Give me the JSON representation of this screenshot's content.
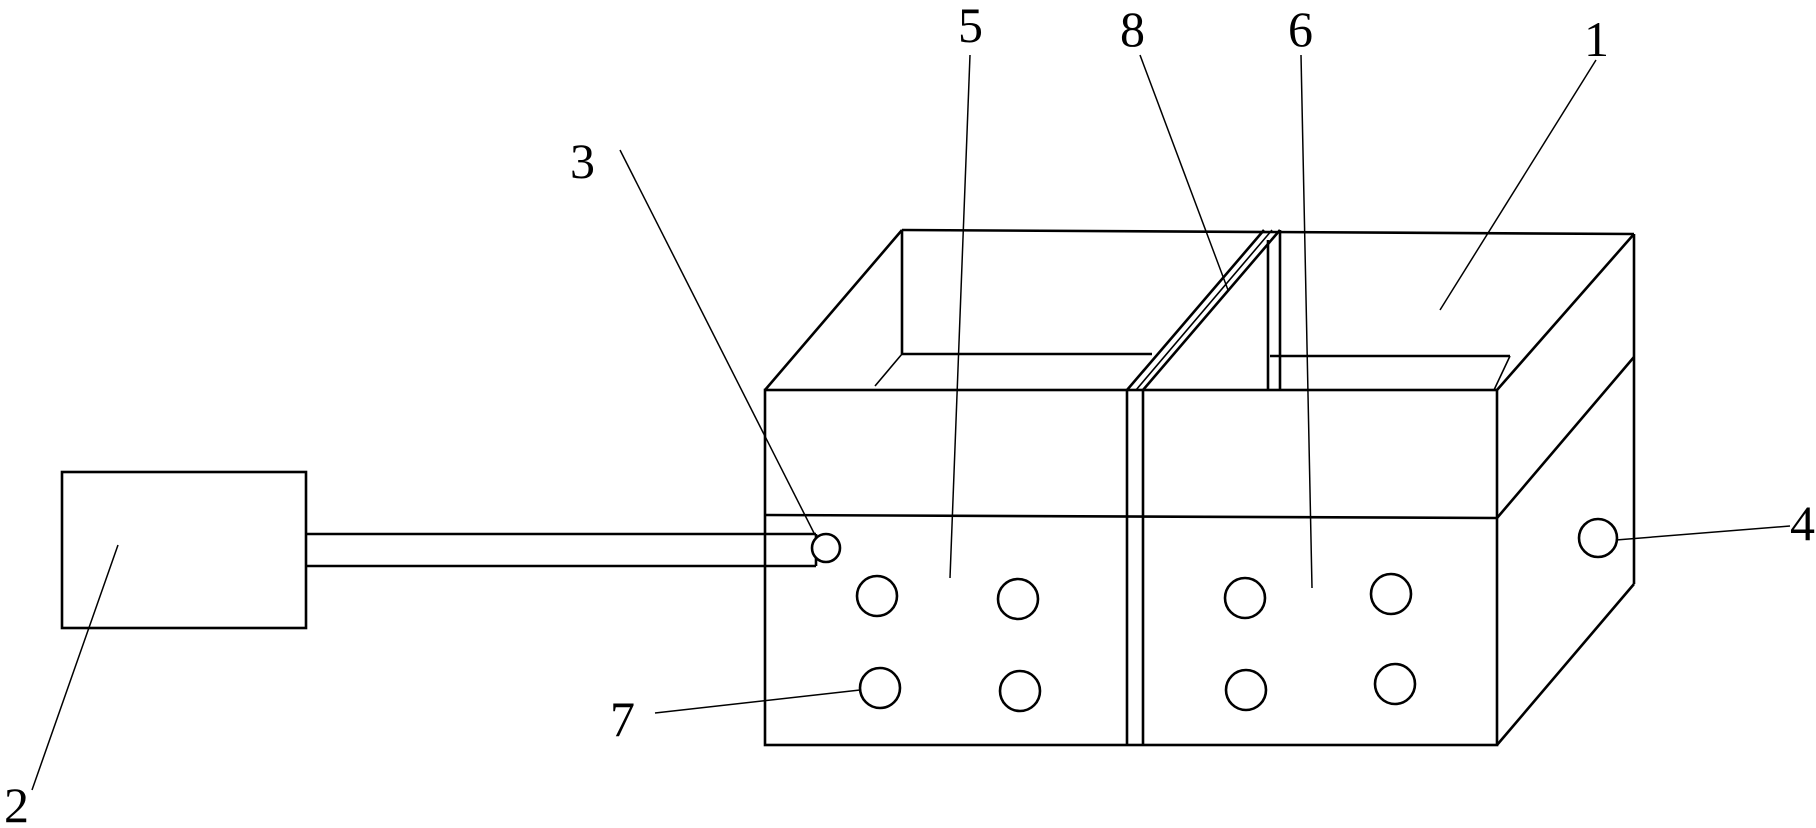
{
  "labels": {
    "tank": "1",
    "external_unit": "2",
    "inlet": "3",
    "outlet": "4",
    "chamber_left": "5",
    "chamber_right": "6",
    "hole": "7",
    "partition": "8"
  }
}
